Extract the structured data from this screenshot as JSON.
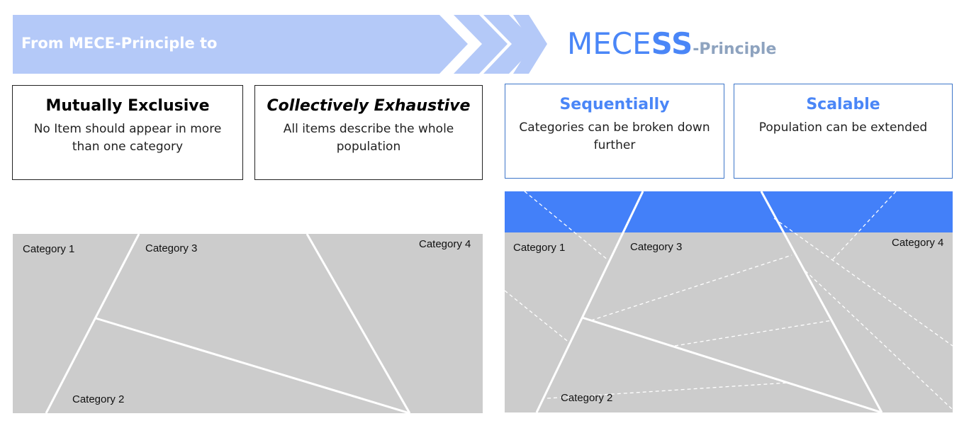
{
  "banner": {
    "from_text": "From MECE-Principle to",
    "mecess_prefix": "MECE",
    "mecess_ss": "SS",
    "mecess_suffix": "-Principle"
  },
  "boxes": [
    {
      "title": "Mutually Exclusive",
      "description": "No Item should appear in more than one category"
    },
    {
      "title": "Collectively Exhaustive",
      "description": "All items describe the whole population"
    },
    {
      "title": "Sequentially",
      "description": "Categories can be broken down further"
    },
    {
      "title": "Scalable",
      "description": "Population can be extended"
    }
  ],
  "diagram_left": {
    "category_1": "Category 1",
    "category_2": "Category 2",
    "category_3": "Category 3",
    "category_4": "Category 4"
  },
  "diagram_right": {
    "category_1": "Category 1",
    "category_2": "Category 2",
    "category_3": "Category 3",
    "category_4": "Category 4"
  },
  "colors": {
    "banner": "#b4c9f8",
    "accent_blue": "#4a86f7",
    "scalable_band": "#4380f9",
    "diagram_gray": "#cccccc",
    "principle_gray": "#8ea3bf"
  }
}
